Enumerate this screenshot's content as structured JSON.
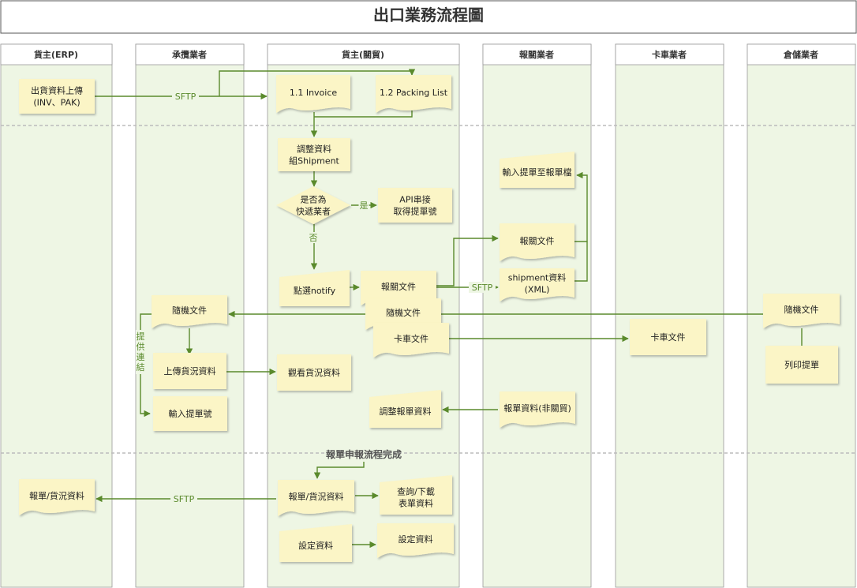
{
  "title": "出口業務流程圖",
  "lanes": [
    {
      "id": "erp",
      "label": "貨主(ERP)"
    },
    {
      "id": "forwarder",
      "label": "承攬業者"
    },
    {
      "id": "shipper",
      "label": "貨主(關貿)"
    },
    {
      "id": "broker",
      "label": "報關業者"
    },
    {
      "id": "truck",
      "label": "卡車業者"
    },
    {
      "id": "warehouse",
      "label": "倉儲業者"
    }
  ],
  "nodes": [
    {
      "id": "n_upload",
      "kind": "rect",
      "lines": [
        "出貨資料上傳",
        "(INV、PAK)"
      ]
    },
    {
      "id": "n_invoice",
      "kind": "doc",
      "lines": [
        "1.1 Invoice"
      ]
    },
    {
      "id": "n_packing",
      "kind": "doc",
      "lines": [
        "1.2 Packing List"
      ]
    },
    {
      "id": "n_adjust",
      "kind": "rect",
      "lines": [
        "調整資料",
        "組Shipment"
      ]
    },
    {
      "id": "n_decision",
      "kind": "diamond",
      "lines": [
        "是否為",
        "快遞業者"
      ]
    },
    {
      "id": "n_api",
      "kind": "rect",
      "lines": [
        "API串接",
        "取得提單號"
      ]
    },
    {
      "id": "n_click",
      "kind": "manual",
      "lines": [
        "點選notify"
      ]
    },
    {
      "id": "n_customs_doc",
      "kind": "doc",
      "lines": [
        "報關文件"
      ]
    },
    {
      "id": "n_follow_doc",
      "kind": "doc",
      "lines": [
        "隨機文件"
      ]
    },
    {
      "id": "n_truck_doc_s",
      "kind": "doc",
      "lines": [
        "卡車文件"
      ]
    },
    {
      "id": "n_input_bl",
      "kind": "manual",
      "lines": [
        "輸入提單至報單檔"
      ]
    },
    {
      "id": "n_broker_doc",
      "kind": "doc",
      "lines": [
        "報關文件"
      ]
    },
    {
      "id": "n_shipment_xml",
      "kind": "doc",
      "lines": [
        "shipment資料",
        "(XML)"
      ]
    },
    {
      "id": "n_follow_fw",
      "kind": "doc",
      "lines": [
        "隨機文件"
      ]
    },
    {
      "id": "n_upload_status",
      "kind": "rect",
      "lines": [
        "上傳貨況資料"
      ]
    },
    {
      "id": "n_input_no",
      "kind": "rect",
      "lines": [
        "輸入提單號"
      ]
    },
    {
      "id": "n_view_status",
      "kind": "rect",
      "lines": [
        "觀看貨況資料"
      ]
    },
    {
      "id": "n_truck_doc",
      "kind": "rect",
      "lines": [
        "卡車文件"
      ]
    },
    {
      "id": "n_follow_wh",
      "kind": "doc",
      "lines": [
        "隨機文件"
      ]
    },
    {
      "id": "n_print",
      "kind": "rect",
      "lines": [
        "列印提單"
      ]
    },
    {
      "id": "n_adjust_decl",
      "kind": "manual",
      "lines": [
        "調整報單資料"
      ]
    },
    {
      "id": "n_decl_nonrel",
      "kind": "doc",
      "lines": [
        "報單資料(非關貿)"
      ]
    },
    {
      "id": "n_decl_status",
      "kind": "doc",
      "lines": [
        "報單/貨況資料"
      ]
    },
    {
      "id": "n_query",
      "kind": "manual",
      "lines": [
        "查詢/下載",
        "表單資料"
      ]
    },
    {
      "id": "n_set1",
      "kind": "manual",
      "lines": [
        "設定資料"
      ]
    },
    {
      "id": "n_set2",
      "kind": "doc",
      "lines": [
        "設定資料"
      ]
    },
    {
      "id": "n_erp_status",
      "kind": "doc",
      "lines": [
        "報單/貨況資料"
      ]
    }
  ],
  "edge_labels": {
    "sftp_top": "SFTP",
    "yes": "是",
    "no": "否",
    "sftp_mid": "SFTP",
    "provide_link": "提供連結",
    "sftp_bottom": "SFTP"
  },
  "section_label": "報單申報流程完成",
  "colors": {
    "lane_bg": "#eef6e4",
    "node_fill": "#fbf5c6",
    "edge": "#5a8a2c",
    "header_text": "#333333"
  }
}
